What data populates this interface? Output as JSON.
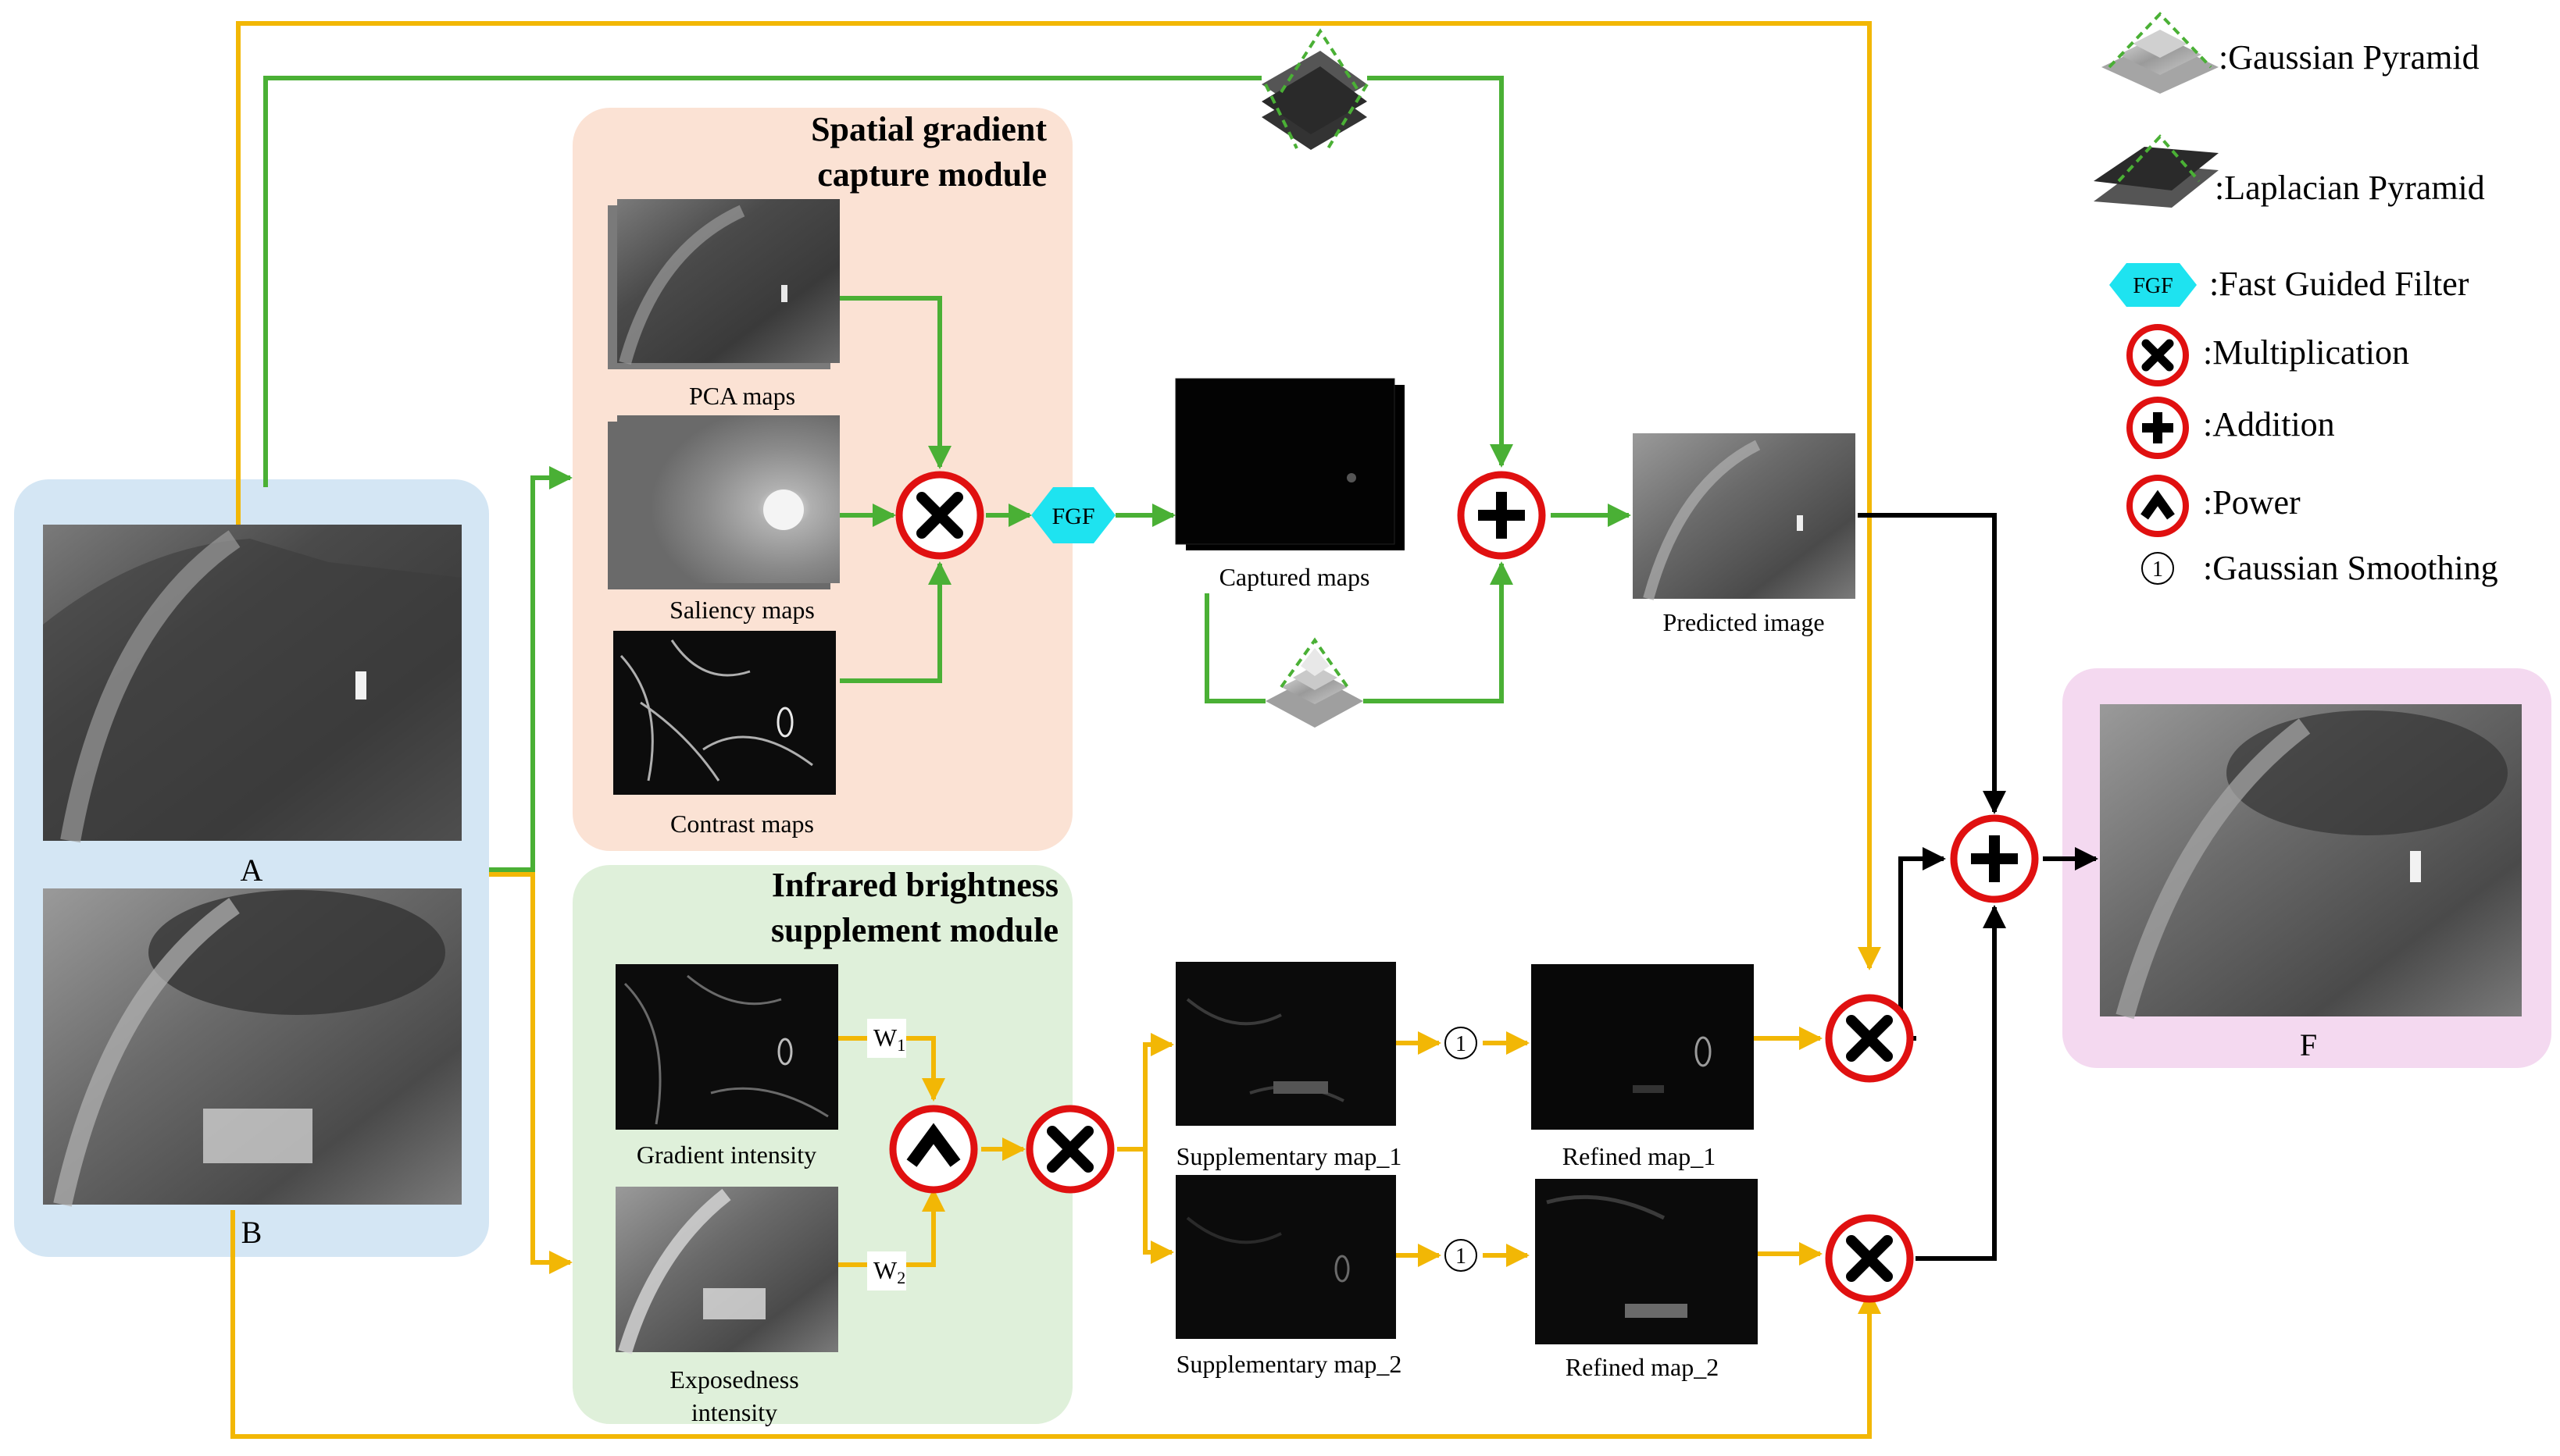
{
  "modules": {
    "spatial_title_line1": "Spatial gradient",
    "spatial_title_line2": "capture module",
    "infrared_title_line1": "Infrared brightness",
    "infrared_title_line2": "supplement module"
  },
  "inputs": {
    "a_label": "A",
    "b_label": "B"
  },
  "output": {
    "f_label": "F"
  },
  "maps": {
    "pca": "PCA maps",
    "saliency": "Saliency maps",
    "contrast": "Contrast maps",
    "captured": "Captured maps",
    "predicted": "Predicted image",
    "gradient_intensity": "Gradient intensity",
    "exposedness_line1": "Exposedness",
    "exposedness_line2": "intensity",
    "supplementary_1": "Supplementary map_1",
    "supplementary_2": "Supplementary map_2",
    "refined_1": "Refined map_1",
    "refined_2": "Refined map_2"
  },
  "operators": {
    "fgf": "FGF",
    "w1_base": "W",
    "w1_sub": "1",
    "w2_base": "W",
    "w2_sub": "2",
    "smoothing_symbol": "1"
  },
  "legend": {
    "gaussian_pyramid": ":Gaussian Pyramid",
    "laplacian_pyramid": ":Laplacian Pyramid",
    "fgf_icon": "FGF",
    "fast_guided_filter": ":Fast Guided Filter",
    "multiplication": ":Multiplication",
    "addition": ":Addition",
    "power": ":Power",
    "smoothing_symbol": "1",
    "gaussian_smoothing": ":Gaussian Smoothing"
  },
  "colors": {
    "green_path": "#4ab035",
    "yellow_path": "#f2b705",
    "black_path": "#000000",
    "operator_ring": "#e01010",
    "fgf_fill": "#1ee3f0",
    "spatial_module_bg": "#fbe2d4",
    "infrared_module_bg": "#dff0da",
    "input_panel_bg": "#d4e6f4",
    "output_panel_bg": "#f4d9f0"
  }
}
